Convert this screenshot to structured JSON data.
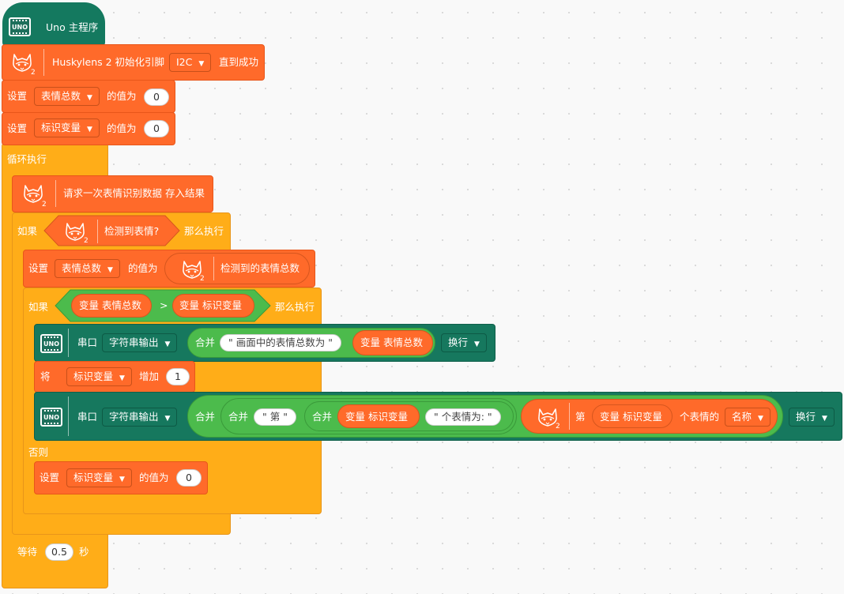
{
  "main": {
    "uno_main": "Uno 主程序",
    "uno_logo": "UNO"
  },
  "init": {
    "label": "Huskylens 2 初始化引脚",
    "port": "I2C",
    "suffix": "直到成功"
  },
  "set1": {
    "set": "设置",
    "var": "表情总数",
    "is": "的值为",
    "value": "0"
  },
  "set2": {
    "set": "设置",
    "var": "标识变量",
    "is": "的值为",
    "value": "0"
  },
  "loop": {
    "label": "循环执行"
  },
  "request": {
    "label": "请求一次表情识别数据 存入结果"
  },
  "if1": {
    "if": "如果",
    "cond": "检测到表情?",
    "then": "那么执行"
  },
  "set3": {
    "set": "设置",
    "var": "表情总数",
    "is": "的值为",
    "reporter": "检测到的表情总数"
  },
  "if2": {
    "if": "如果",
    "left_var": "变量 表情总数",
    "op": ">",
    "right_var": "变量 标识变量",
    "then": "那么执行"
  },
  "serial1": {
    "serial": "串口",
    "mode": "字符串输出",
    "join": "合并",
    "str": "\" 画面中的表情总数为 \"",
    "var": "变量 表情总数",
    "newline": "换行"
  },
  "incr": {
    "label": "将",
    "var": "标识变量",
    "add": "增加",
    "value": "1"
  },
  "serial2": {
    "serial": "串口",
    "mode": "字符串输出",
    "join1": "合并",
    "join2": "合并",
    "str1": "\" 第 \"",
    "join3": "合并",
    "var1": "变量 标识变量",
    "str2": "\" 个表情为: \"",
    "nth": "第",
    "var2": "变量 标识变量",
    "of": "个表情的",
    "prop": "名称",
    "newline": "换行"
  },
  "else": {
    "label": "否则"
  },
  "set4": {
    "set": "设置",
    "var": "标识变量",
    "is": "的值为",
    "value": "0"
  },
  "wait": {
    "label": "等待",
    "value": "0.5",
    "unit": "秒"
  },
  "sub": {
    "two": "2"
  }
}
